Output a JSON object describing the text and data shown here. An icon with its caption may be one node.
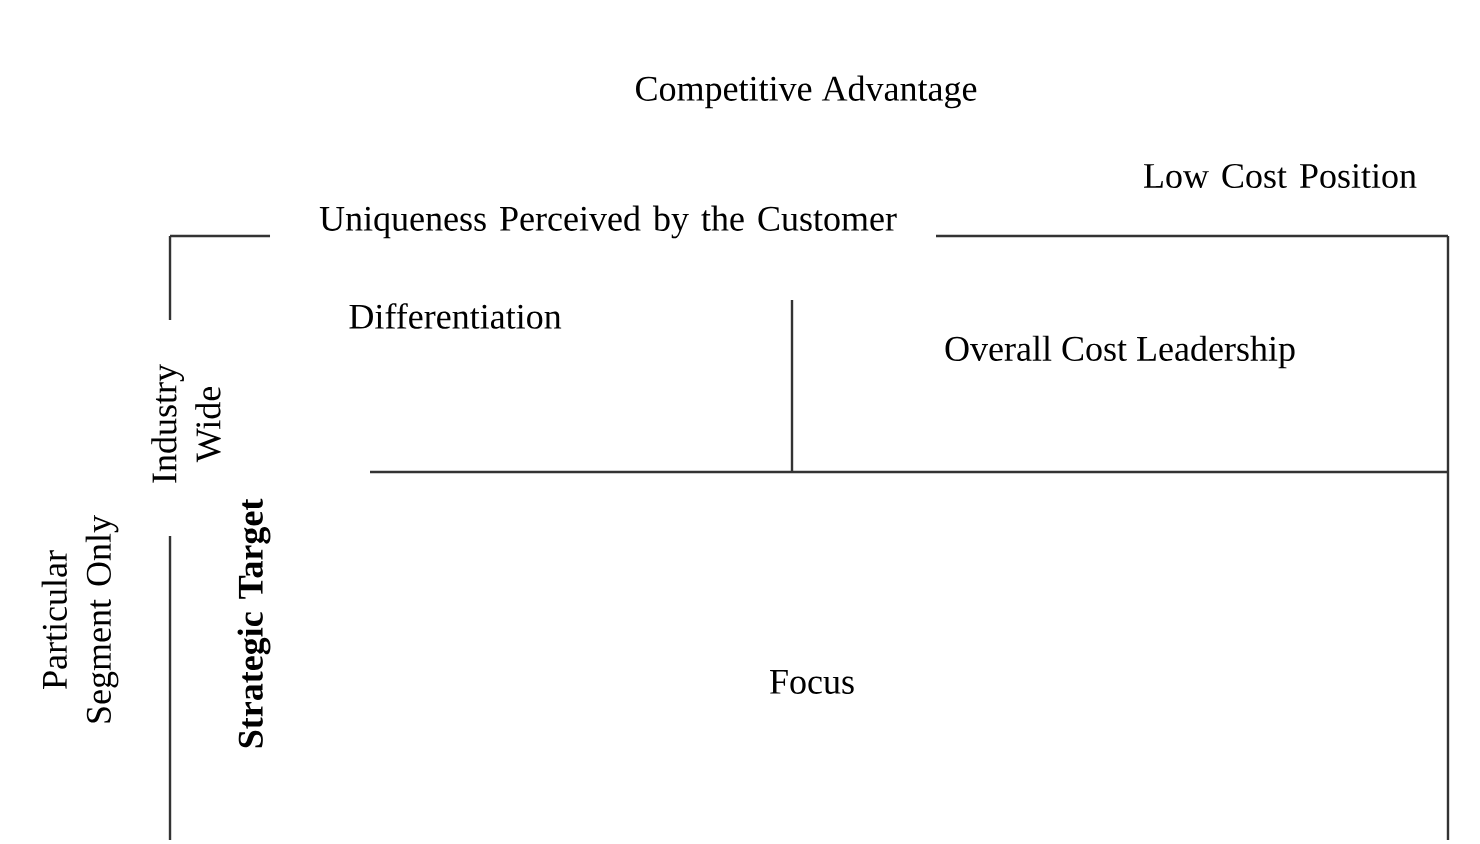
{
  "diagram": {
    "title": "Competitive Advantage",
    "nodes": [
      {
        "text": [
          "Differentiation"
        ]
      },
      {
        "text": [
          "Overall Cost Leadership"
        ]
      },
      {
        "text": [
          "Focus"
        ]
      }
    ],
    "labels": [
      "Uniqueness Perceived by the Customer",
      "Low Cost Position",
      "Industry Wide",
      "Particular Segment Only",
      "Strategic Target"
    ]
  }
}
